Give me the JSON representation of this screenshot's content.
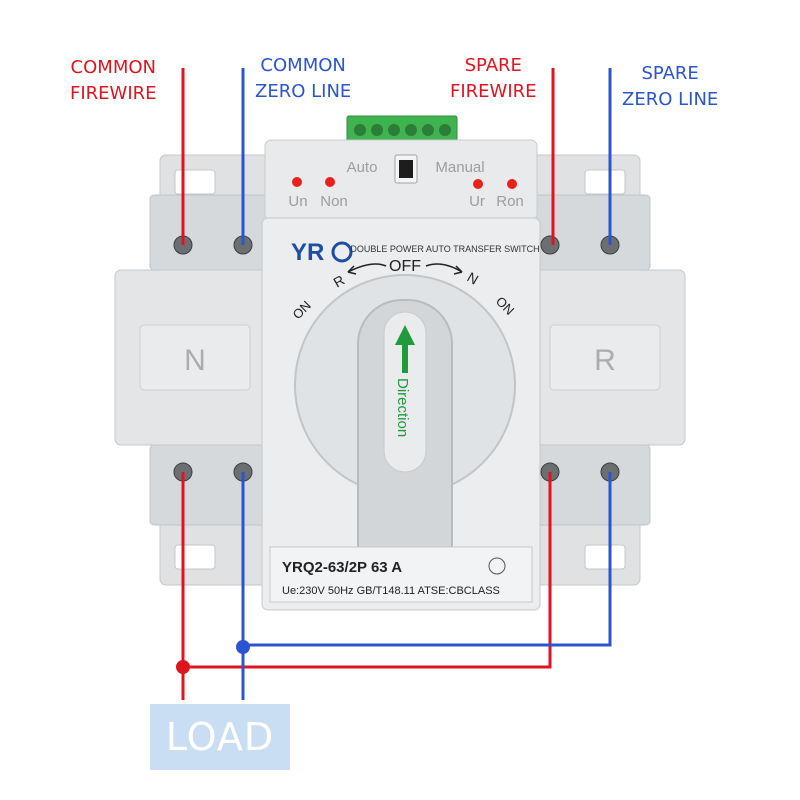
{
  "labels": {
    "common_firewire": [
      "COMMON",
      "FIREWIRE"
    ],
    "common_zero_line": [
      "COMMON",
      "ZERO LINE"
    ],
    "spare_firewire": [
      "SPARE",
      "FIREWIRE"
    ],
    "spare_zero_line": [
      "SPARE",
      "ZERO LINE"
    ],
    "load": "LOAD"
  },
  "device": {
    "top_panel": {
      "auto": "Auto",
      "manual": "Manual",
      "un": "Un",
      "non": "Non",
      "ur": "Ur",
      "ron": "Ron"
    },
    "brand": "YR",
    "header": "DOUBLE POWER AUTO TRANSFER SWITCH",
    "dial": {
      "off": "OFF",
      "r": "R",
      "n": "N",
      "on_left": "ON",
      "on_right": "ON",
      "direction": "Direction"
    },
    "side_left": "N",
    "side_right": "R",
    "model": "YRQ2-63/2P  63 A",
    "specs": "Ue:230V  50Hz  GB/T148.11  ATSE:CBCLASS"
  },
  "colors": {
    "fire_wire": "#e0141e",
    "zero_wire": "#2b55d0",
    "housing": "#d9dcde",
    "front": "#ebedee",
    "terminal_block": "#3fb34f",
    "indicator_led": "#e8221b",
    "arrow": "#1f9b3c",
    "load_box": "#c9def3"
  }
}
